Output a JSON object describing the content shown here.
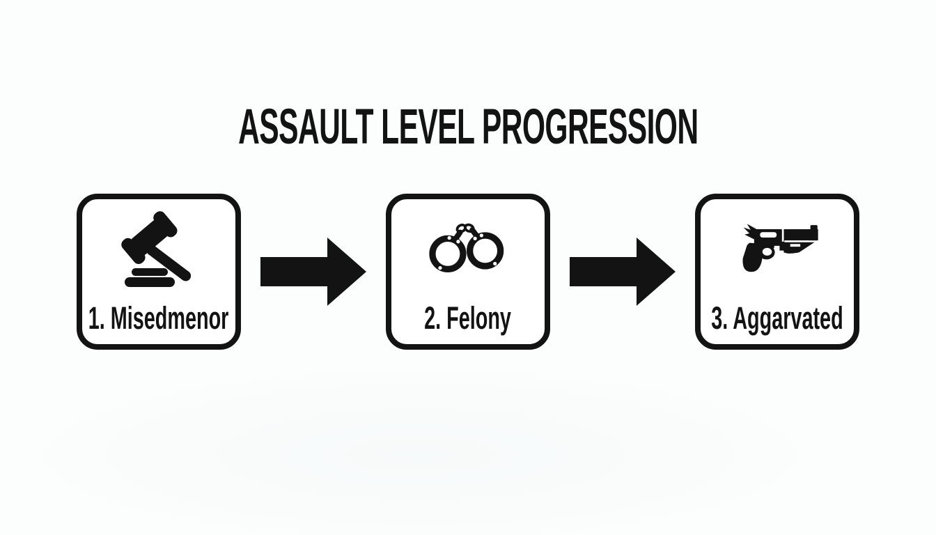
{
  "title": "ASSAULT LEVEL PROGRESSION",
  "stages": [
    {
      "label": "1. Misedmenor",
      "icon": "gavel-icon"
    },
    {
      "label": "2. Felony",
      "icon": "handcuffs-icon"
    },
    {
      "label": "3. Aggarvated",
      "icon": "revolver-icon"
    }
  ],
  "arrows": {
    "count": 2,
    "direction": "right"
  },
  "colors": {
    "ink": "#131313",
    "box_background": "#ffffff",
    "page_background": "#fcfdfd"
  }
}
